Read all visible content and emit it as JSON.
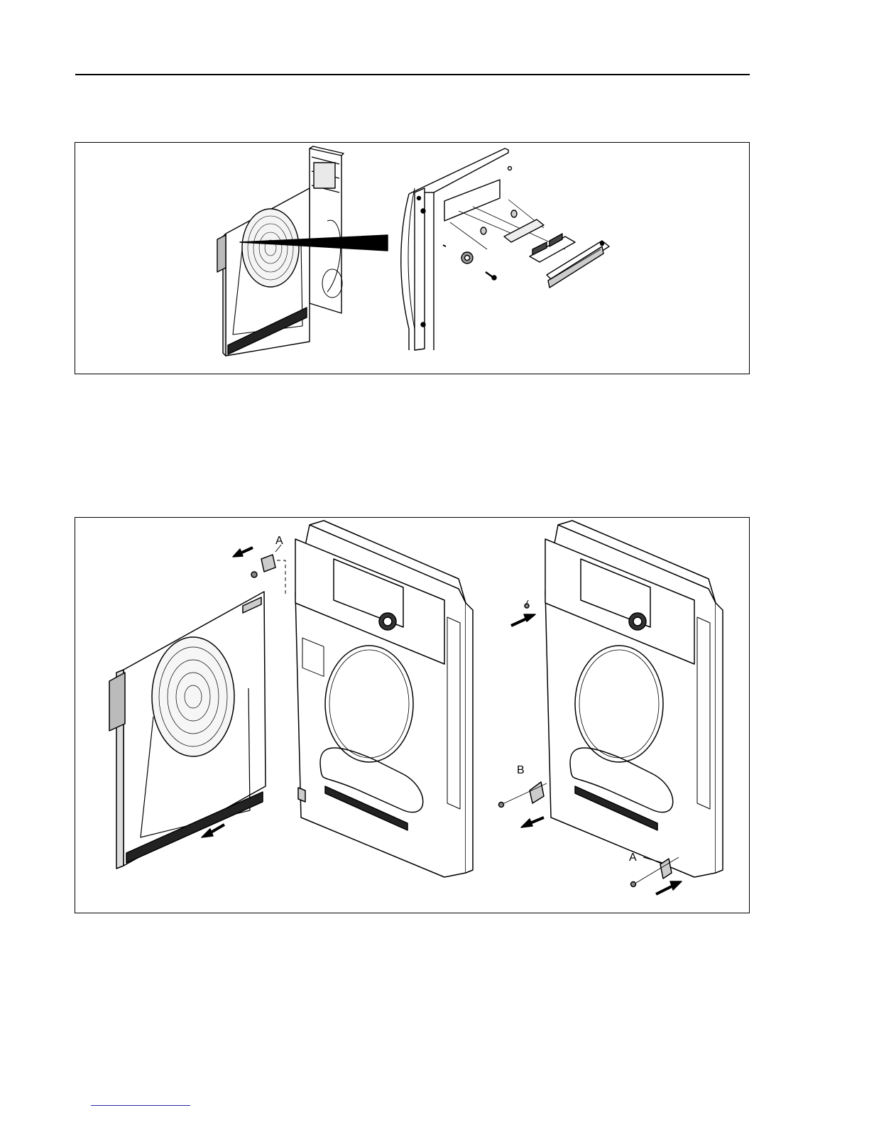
{
  "figure_2": {
    "callouts": {
      "a_top": "A",
      "b": "B",
      "a_bottom": "A"
    }
  }
}
